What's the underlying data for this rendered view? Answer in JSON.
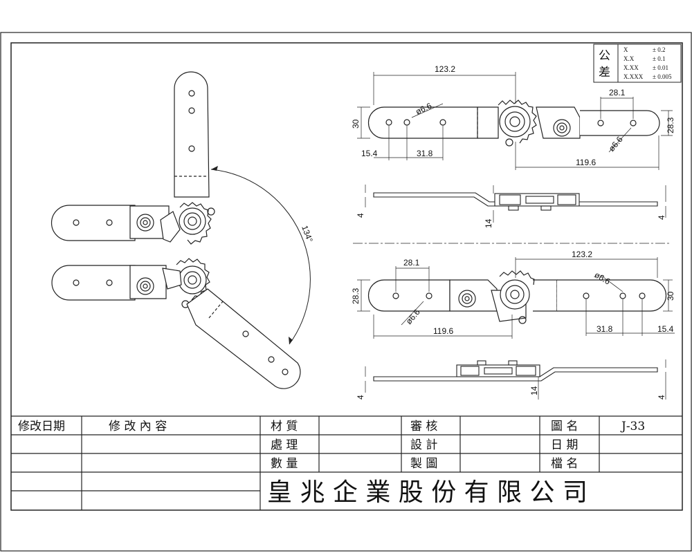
{
  "drawing": {
    "tolerance": {
      "label_top": "公",
      "label_bottom": "差",
      "rows": [
        {
          "fmt": "X",
          "val": "± 0.2"
        },
        {
          "fmt": "X.X",
          "val": "± 0.1"
        },
        {
          "fmt": "X.XX",
          "val": "± 0.01"
        },
        {
          "fmt": "X.XXX",
          "val": "± 0.005"
        }
      ]
    },
    "angle_label": "134°",
    "dims_top": {
      "overall": "123.2",
      "hole_dia_left": "ø6.6",
      "hole_dia_right": "ø6.6",
      "pitch_right": "28.1",
      "height_left": "30",
      "height_right": "28.3",
      "offset_left": "15.4",
      "pitch_left": "31.8",
      "right_len": "119.6"
    },
    "side_top": {
      "thick_left": "4",
      "offset": "14",
      "thick_right": "4"
    },
    "dims_bottom": {
      "pitch_left": "28.1",
      "overall": "123.2",
      "hole_dia_right": "ø6.6",
      "hole_dia_left": "ø6.6",
      "height_left": "28.3",
      "height_right": "30",
      "left_len": "119.6",
      "pitch_right": "31.8",
      "offset_right": "15.4"
    },
    "side_bottom": {
      "thick_left": "4",
      "offset": "14",
      "thick_right": "4"
    }
  },
  "title_block": {
    "revision_date": "修改日期",
    "revision_content": "修 改 內 容",
    "material": "材 質",
    "treatment": "處 理",
    "quantity": "數 量",
    "review": "審 核",
    "design": "設 計",
    "drafting": "製 圖",
    "drawing_name_label": "圖 名",
    "drawing_name_value": "J-33",
    "date_label": "日 期",
    "file_name_label": "檔 名",
    "company": "皇 兆 企 業 股 份 有 限 公 司"
  }
}
